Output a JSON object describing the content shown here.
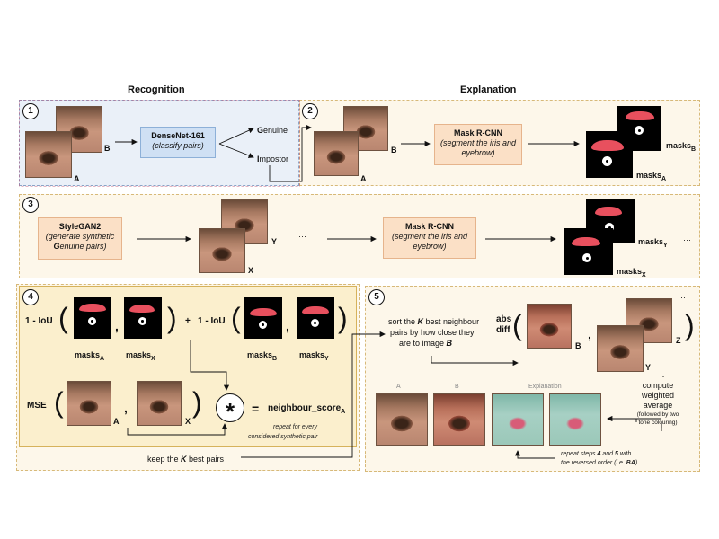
{
  "headers": {
    "recognition": "Recognition",
    "explanation": "Explanation"
  },
  "badges": [
    "1",
    "2",
    "3",
    "4",
    "5"
  ],
  "step1": {
    "image_a": "A",
    "image_b": "B",
    "classifier_title": "DenseNet-161",
    "classifier_sub": "(classify pairs)",
    "genuine_bold": "G",
    "genuine_rest": "enuine",
    "impostor_bold": "I",
    "impostor_rest": "mpostor"
  },
  "step2": {
    "image_a": "A",
    "image_b": "B",
    "segmenter_title": "Mask R-CNN",
    "segmenter_sub": "(segment the iris and eyebrow)",
    "masks_a": "masks",
    "masks_a_sub": "A",
    "masks_b": "masks",
    "masks_b_sub": "B"
  },
  "step3": {
    "generator_title": "StyleGAN2",
    "generator_sub1": "(generate synthetic",
    "generator_sub2_bold": "G",
    "generator_sub2_rest": "enuine pairs)",
    "image_x": "X",
    "image_y": "Y",
    "ellipsis1": "···",
    "segmenter_title": "Mask R-CNN",
    "segmenter_sub": "(segment the iris and eyebrow)",
    "masks_x": "masks",
    "masks_x_sub": "X",
    "masks_y": "masks",
    "masks_y_sub": "Y",
    "ellipsis2": "···"
  },
  "step4": {
    "iou1": "1 - IoU",
    "iou2": "1 - IoU",
    "plus": "+",
    "comma": ",",
    "masks_a": "masks",
    "masks_a_sub": "A",
    "masks_x": "masks",
    "masks_x_sub": "X",
    "masks_b": "masks",
    "masks_b_sub": "B",
    "masks_y": "masks",
    "masks_y_sub": "Y",
    "mse": "MSE",
    "image_a": "A",
    "image_x": "X",
    "star": "*",
    "equals": "=",
    "score": "neighbour_score",
    "score_sub": "A",
    "repeat_note1": "repeat for every",
    "repeat_note2": "considered synthetic pair",
    "keep_pre": "keep the ",
    "keep_k": "K",
    "keep_post": " best pairs"
  },
  "step5": {
    "sort_line1_pre": "sort the ",
    "sort_line1_k": "K",
    "sort_line1_post": " best neighbour",
    "sort_line2": "pairs by how close they",
    "sort_line3_pre": "are to image ",
    "sort_line3_b": "B",
    "abs": "abs",
    "diff": "diff",
    "image_b": "B",
    "image_y": "Y",
    "image_z": "Z",
    "ellipsis": "···",
    "compute1": "compute",
    "compute2": "weighted",
    "compute3": "average",
    "compute4": "(followed by two",
    "compute5": "tone colouring)",
    "facet_a": "A",
    "facet_b": "B",
    "facet_expl": "Explanation",
    "repeat_pre": "repeat steps ",
    "repeat_4": "4",
    "repeat_and": " and ",
    "repeat_5": "5",
    "repeat_post": " with",
    "repeat_line2_pre": "the reversed order (i.e. ",
    "repeat_line2_ba": "BA",
    "repeat_line2_post": ")"
  },
  "colors": {
    "mask_red": "#e8505e",
    "blue_box": "#cfe0f4",
    "orange_box": "#fbe0c6",
    "panel_cream": "#fdf7ea",
    "panel4": "#fbefcd"
  }
}
